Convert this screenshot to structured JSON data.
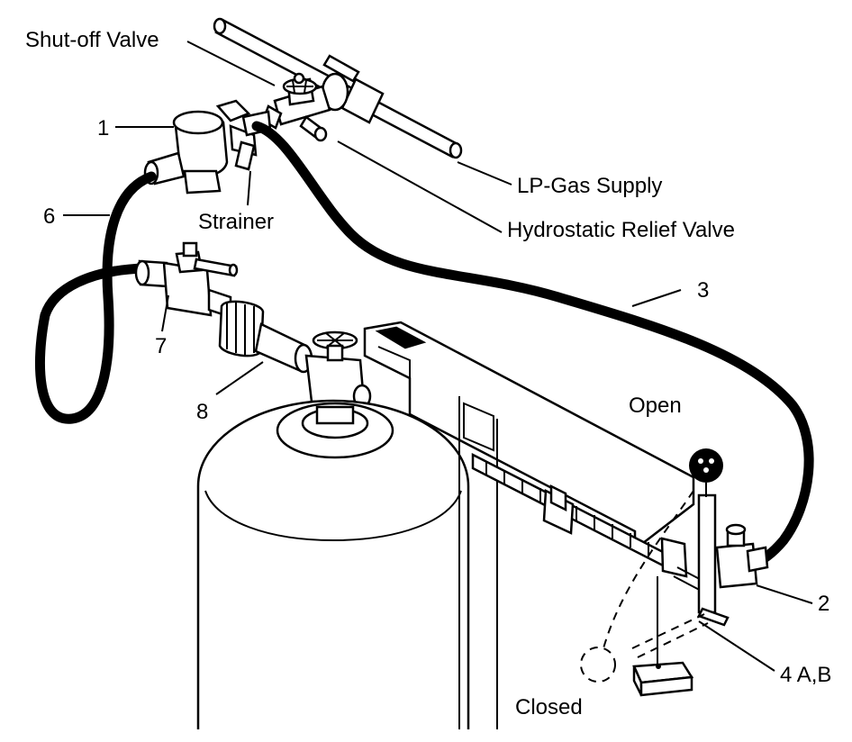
{
  "labels": {
    "shutoff_valve": "Shut-off Valve",
    "lp_gas_supply": "LP-Gas Supply",
    "hydrostatic_relief_valve": "Hydrostatic Relief Valve",
    "strainer": "Strainer",
    "open": "Open",
    "closed": "Closed",
    "num_1": "1",
    "num_2": "2",
    "num_3": "3",
    "num_4ab": "4 A,B",
    "num_6": "6",
    "num_7": "7",
    "num_8": "8"
  }
}
